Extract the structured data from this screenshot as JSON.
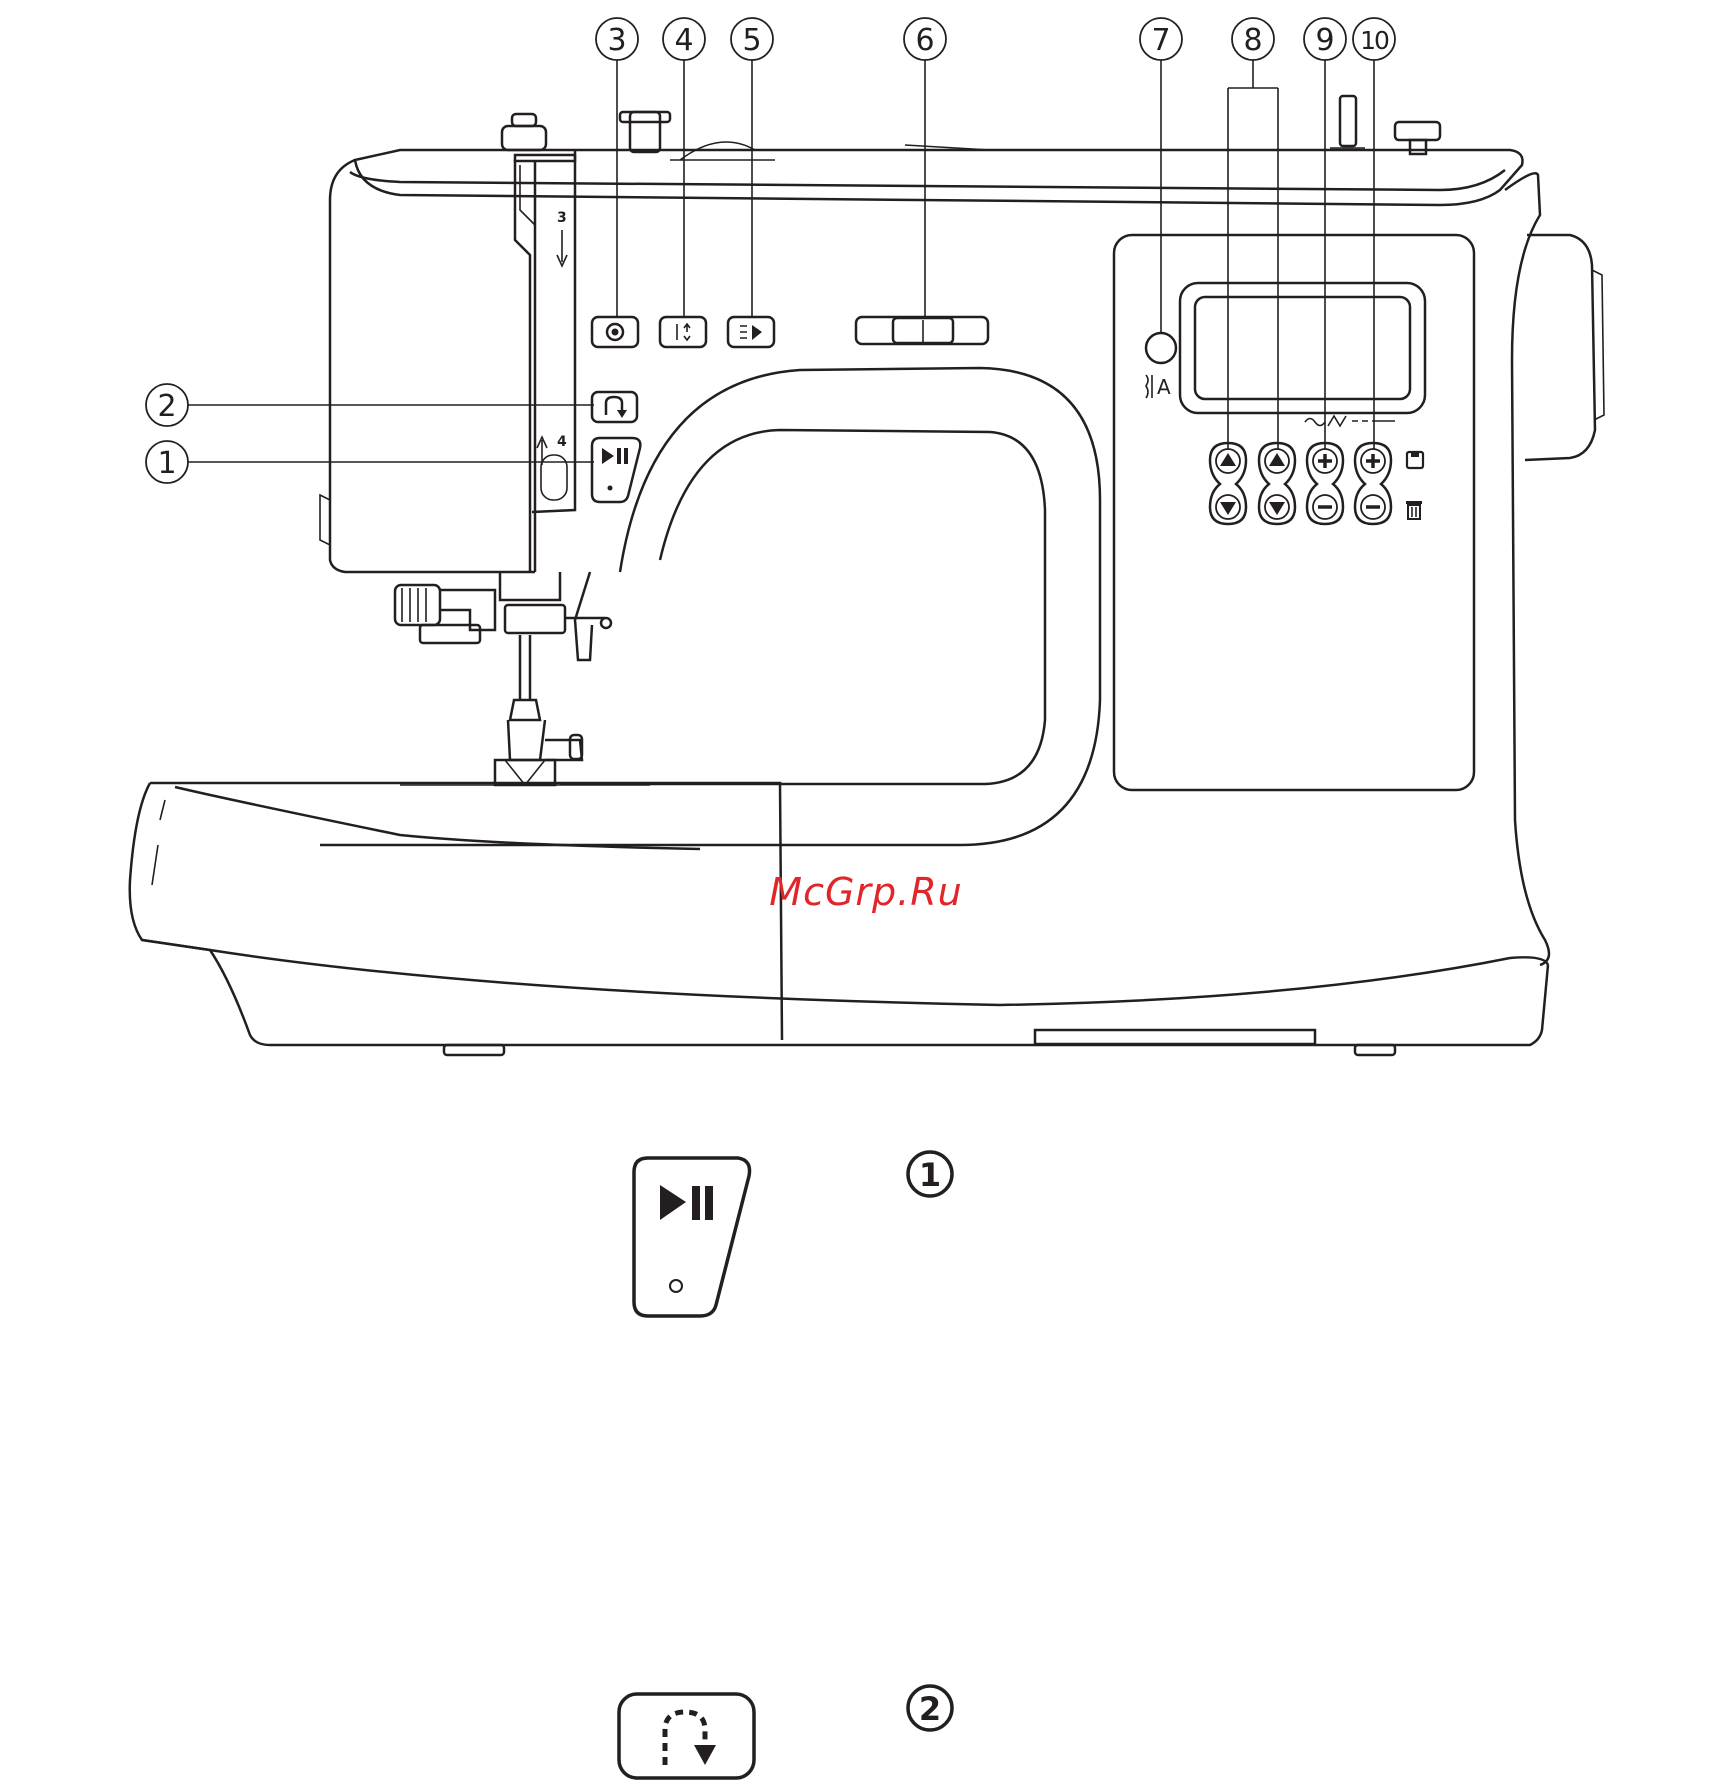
{
  "watermark": "McGrp.Ru",
  "callouts": [
    {
      "id": "1",
      "label": "①"
    },
    {
      "id": "2",
      "label": "②"
    },
    {
      "id": "3",
      "label": "③"
    },
    {
      "id": "4",
      "label": "④"
    },
    {
      "id": "5",
      "label": "⑤"
    },
    {
      "id": "6",
      "label": "⑥"
    },
    {
      "id": "7",
      "label": "⑦"
    },
    {
      "id": "8",
      "label": "⑧"
    },
    {
      "id": "9",
      "label": "⑨"
    },
    {
      "id": "10",
      "label": "⑩"
    }
  ],
  "thread_guide": {
    "marker_top": "3",
    "marker_bottom": "4"
  },
  "panel": {
    "mode_label": "A"
  },
  "details": [
    {
      "number": "①",
      "icon": "start-stop-icon"
    },
    {
      "number": "②",
      "icon": "reverse-icon"
    }
  ],
  "colors": {
    "line": "#231f20",
    "watermark": "#e0262b",
    "background": "#ffffff"
  }
}
